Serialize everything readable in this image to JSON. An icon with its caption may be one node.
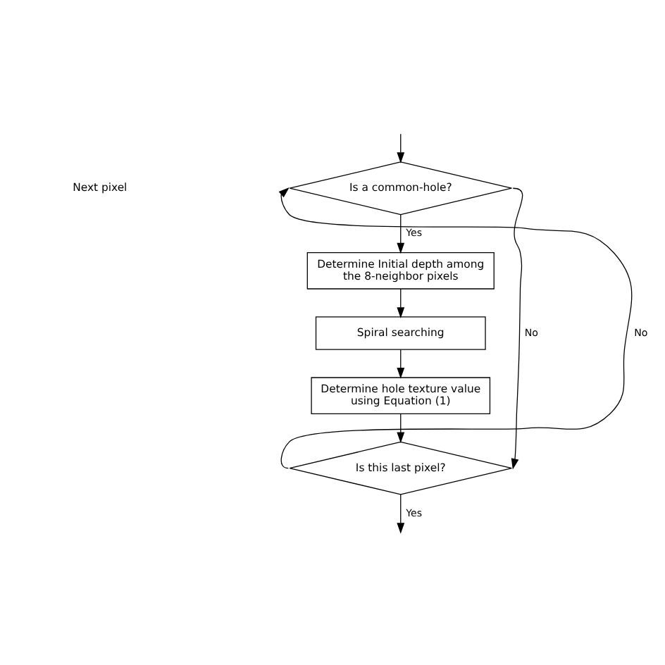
{
  "diagram": {
    "nodes": [
      {
        "text": [
          "Is a common-hole?"
        ]
      },
      {
        "text": [
          "Determine Initial depth among the 8-neighbor pixels"
        ]
      },
      {
        "text": [
          "Spiral searching"
        ]
      },
      {
        "text": [
          "Determine hole texture value using Equation (1)"
        ]
      },
      {
        "text": [
          "Is this last pixel?"
        ]
      }
    ],
    "edges": [
      {
        "from": null,
        "to": 0,
        "arrow": "to"
      },
      {
        "from": 0,
        "to": 1,
        "arrow": "to",
        "label": "Yes"
      },
      {
        "from": 1,
        "to": 2,
        "arrow": "to"
      },
      {
        "from": 2,
        "to": 3,
        "arrow": "to"
      },
      {
        "from": 3,
        "to": 4,
        "arrow": "to"
      },
      {
        "from": 4,
        "to": 0,
        "arrow": "to",
        "label": "No"
      },
      {
        "from": 0,
        "to": 4,
        "arrow": "to",
        "label": "No"
      },
      {
        "from": 4,
        "to": null,
        "arrow": "to",
        "label": "Yes"
      }
    ],
    "labels": [
      "Next pixel"
    ]
  }
}
